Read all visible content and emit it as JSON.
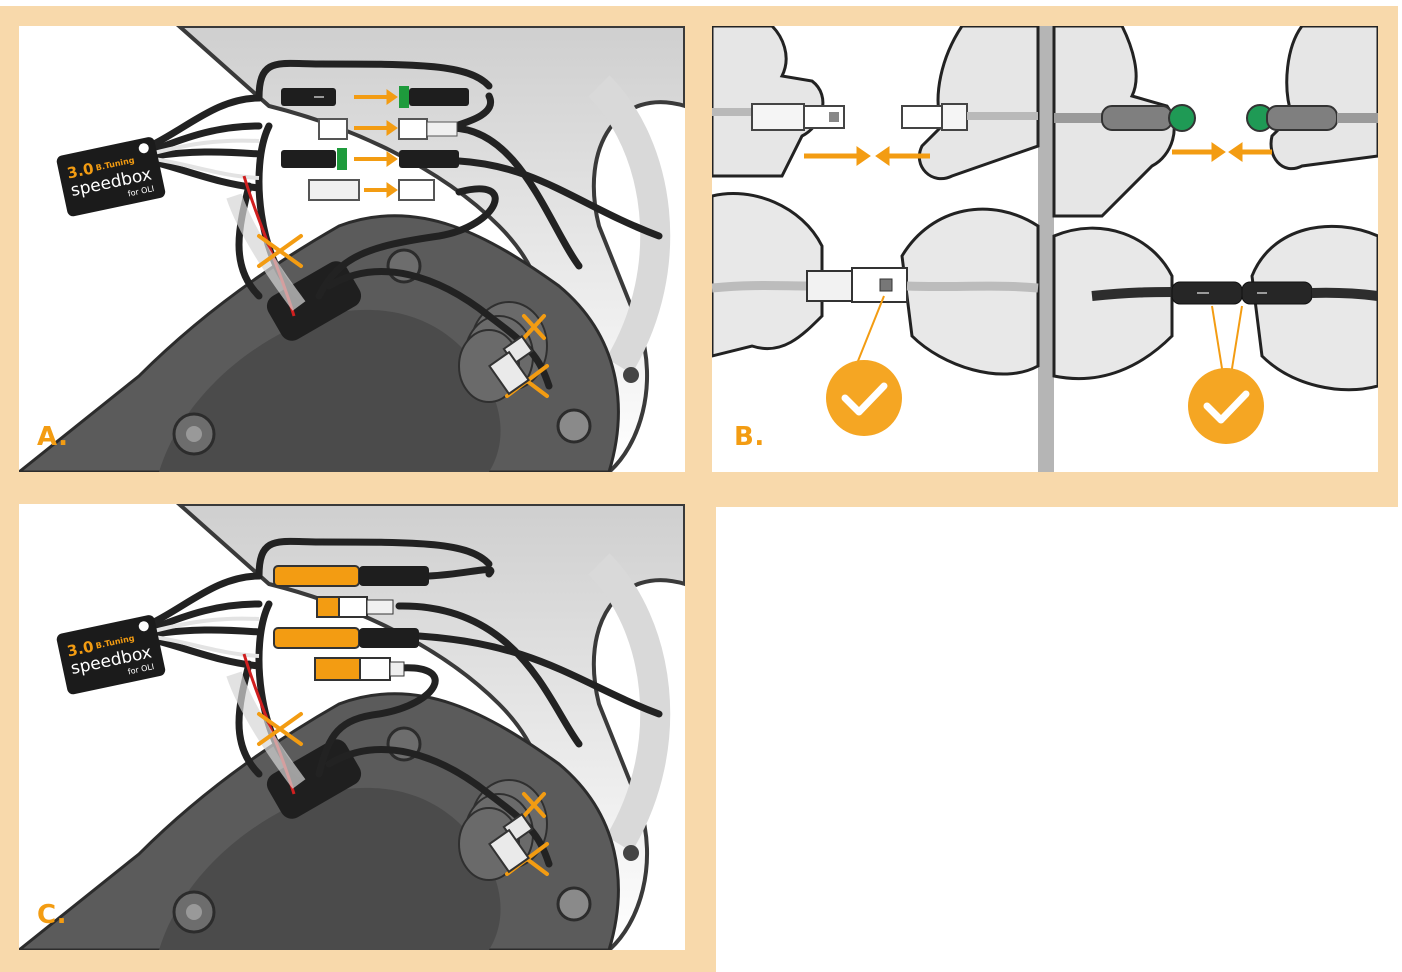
{
  "panels": {
    "a": {
      "label": "A."
    },
    "b": {
      "label": "B."
    },
    "c": {
      "label": "C."
    }
  },
  "speedbox": {
    "version": "3.0",
    "brand": "B.Tuning",
    "name": "speedbox",
    "model": "for OLI"
  },
  "colors": {
    "frame": "#f8d9ab",
    "accent": "#f39c12",
    "motor": "#595959",
    "cable": "#2b2b2b",
    "check_badge": "#f5a623"
  }
}
